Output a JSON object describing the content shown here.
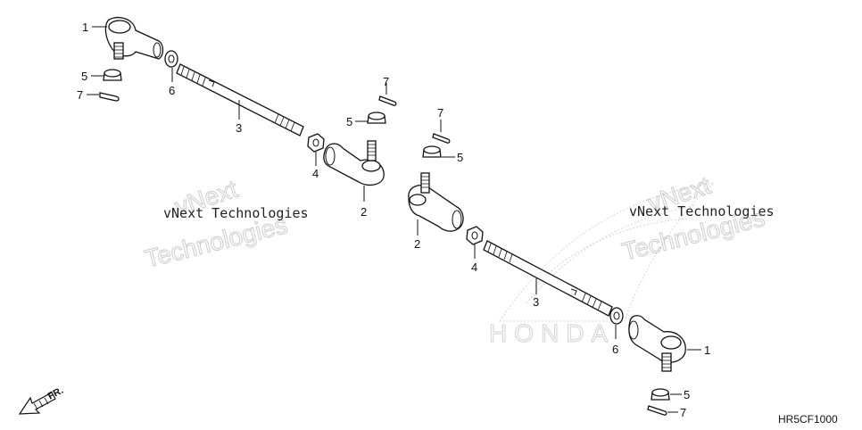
{
  "diagram": {
    "callouts": {
      "tie_rod_end": "1",
      "tie_rod_end_inner": "2",
      "tie_rod": "3",
      "lock_nut": "4",
      "castle_nut": "5",
      "washer": "6",
      "cotter_pin": "7"
    },
    "diagram_code": "HR5CF1000",
    "direction_label": "FR.",
    "watermark": {
      "line1": "vNext Technologies",
      "line2": "vNext",
      "line3": "Technologies"
    },
    "brand_watermark": "HONDA"
  }
}
